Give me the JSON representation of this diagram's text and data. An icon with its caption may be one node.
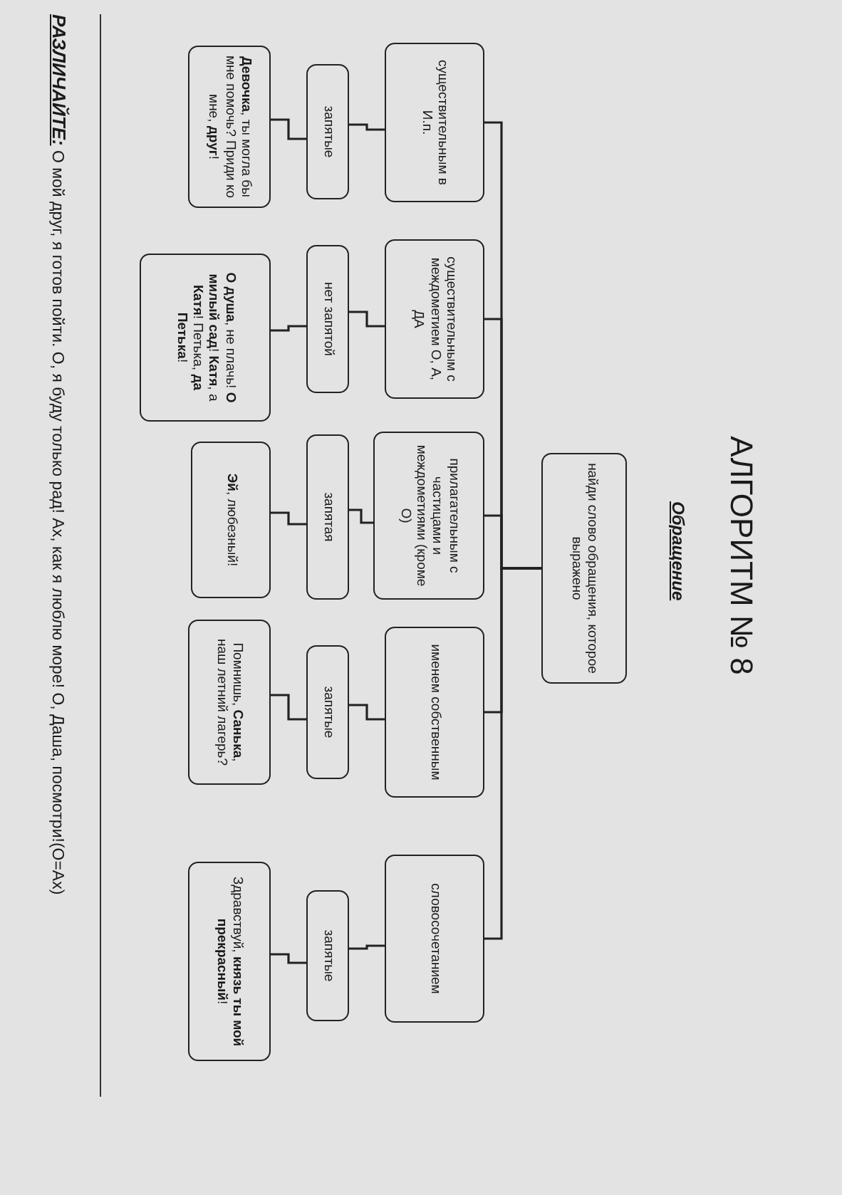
{
  "diagram": {
    "title": "АЛГОРИТМ № 8",
    "nodes": [
      {
        "text": [
          "найди слово обращения, которое выражено"
        ]
      },
      {
        "text": [
          "существительным в И.п."
        ]
      },
      {
        "text": [
          "запятые"
        ]
      },
      {
        "text": [
          "**Девочка**, ты могла бы мне помочь? Приди ко мне, **друг**!"
        ]
      },
      {
        "text": [
          "существительным с междометием О, А, ДА"
        ]
      },
      {
        "text": [
          "нет запятой"
        ]
      },
      {
        "text": [
          "**О душа**, не плачь! **О милый сад**! **Катя**, а **Катя**! Петька, **да Петька**!"
        ]
      },
      {
        "text": [
          "прилагательным с частицами и междометиями (кроме О)"
        ]
      },
      {
        "text": [
          "запятая"
        ]
      },
      {
        "text": [
          "**Эй**, любезный!"
        ]
      },
      {
        "text": [
          "именем собственным"
        ]
      },
      {
        "text": [
          "запятые"
        ]
      },
      {
        "text": [
          "Помнишь, **Санька**, наш летний лагерь?"
        ]
      },
      {
        "text": [
          "словосочетанием"
        ]
      },
      {
        "text": [
          "запятые"
        ]
      },
      {
        "text": [
          "Здравствуй, **князь ты мой прекрасный**!"
        ]
      }
    ],
    "edges": [
      {
        "from": 0,
        "to": 1,
        "arrow": "none"
      },
      {
        "from": 0,
        "to": 4,
        "arrow": "none"
      },
      {
        "from": 0,
        "to": 7,
        "arrow": "none"
      },
      {
        "from": 0,
        "to": 10,
        "arrow": "none"
      },
      {
        "from": 0,
        "to": 13,
        "arrow": "none"
      },
      {
        "from": 1,
        "to": 2,
        "arrow": "none"
      },
      {
        "from": 2,
        "to": 3,
        "arrow": "none"
      },
      {
        "from": 4,
        "to": 5,
        "arrow": "none"
      },
      {
        "from": 5,
        "to": 6,
        "arrow": "none"
      },
      {
        "from": 7,
        "to": 8,
        "arrow": "none"
      },
      {
        "from": 8,
        "to": 9,
        "arrow": "none"
      },
      {
        "from": 10,
        "to": 11,
        "arrow": "none"
      },
      {
        "from": 11,
        "to": 12,
        "arrow": "none"
      },
      {
        "from": 13,
        "to": 14,
        "arrow": "none"
      },
      {
        "from": 14,
        "to": 15,
        "arrow": "none"
      }
    ],
    "labels": [
      "Обращение",
      "РАЗЛИЧАЙТЕ:",
      "О мой друг, я готов пойти.  О, я буду только рад! Ах, как я люблю море! О, Даша, посмотри!(О=Ах)"
    ]
  }
}
